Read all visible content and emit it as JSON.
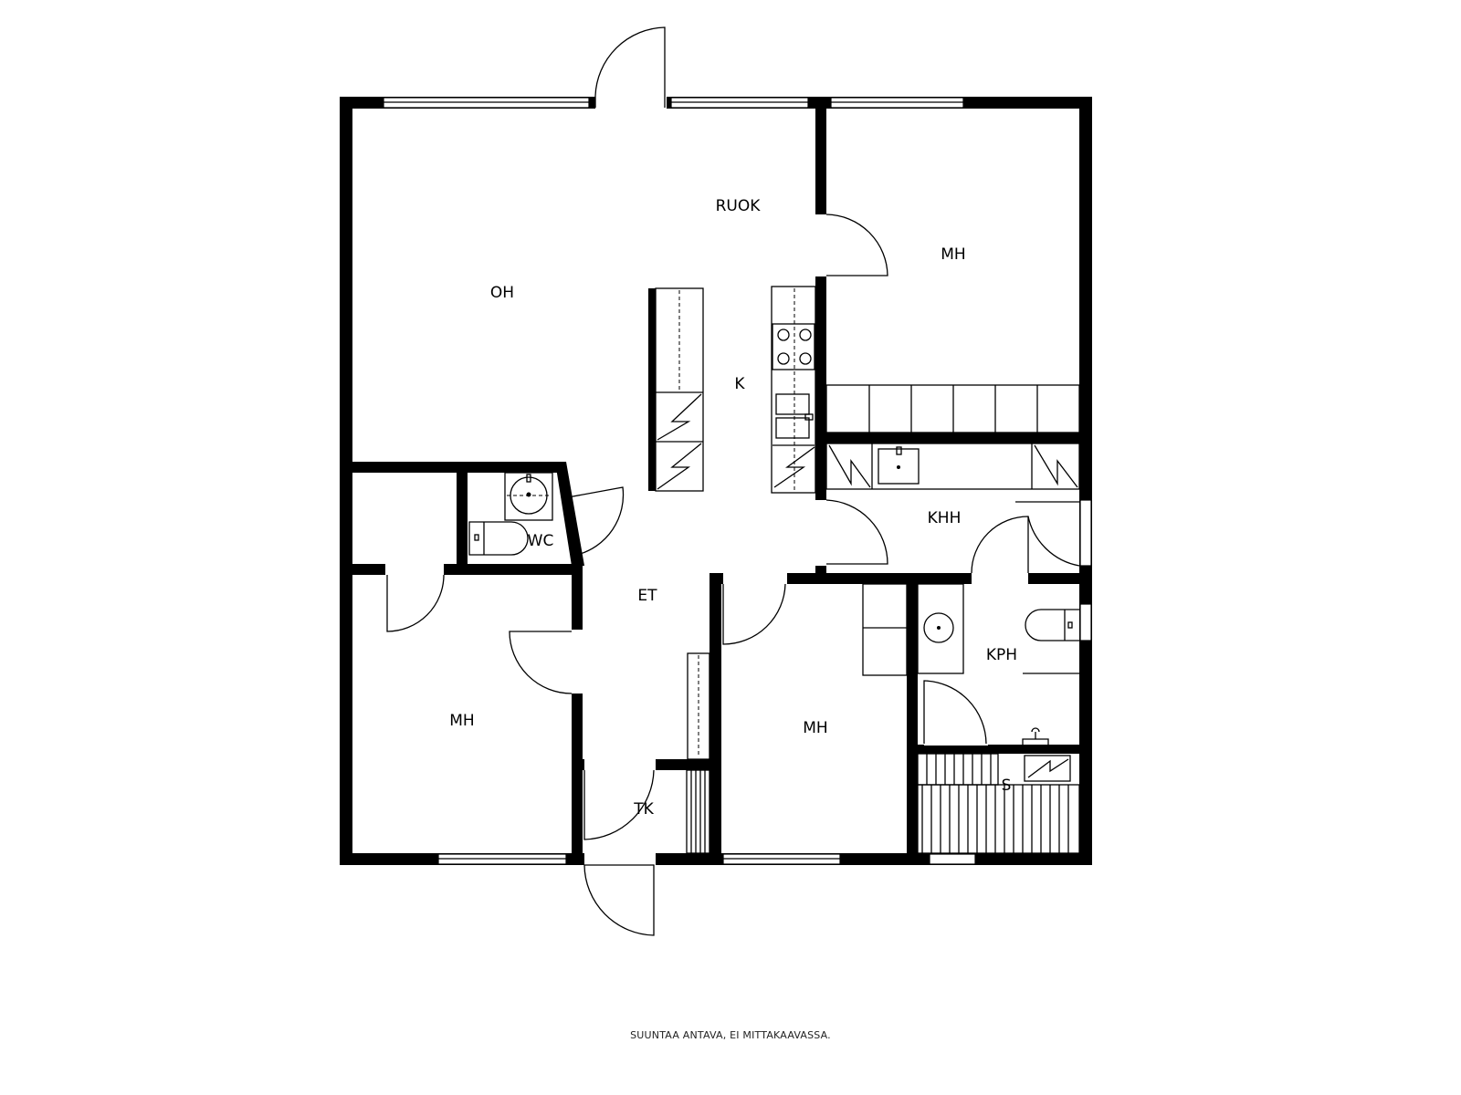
{
  "rooms": {
    "oh": "OH",
    "ruok": "RUOK",
    "k": "K",
    "mh_top_right": "MH",
    "wc": "WC",
    "et": "ET",
    "khh": "KHH",
    "mh_left": "MH",
    "mh_middle": "MH",
    "kph": "KPH",
    "tk": "TK",
    "s": "S"
  },
  "footer": "SUUNTAA ANTAVA, EI MITTAKAAVASSA."
}
